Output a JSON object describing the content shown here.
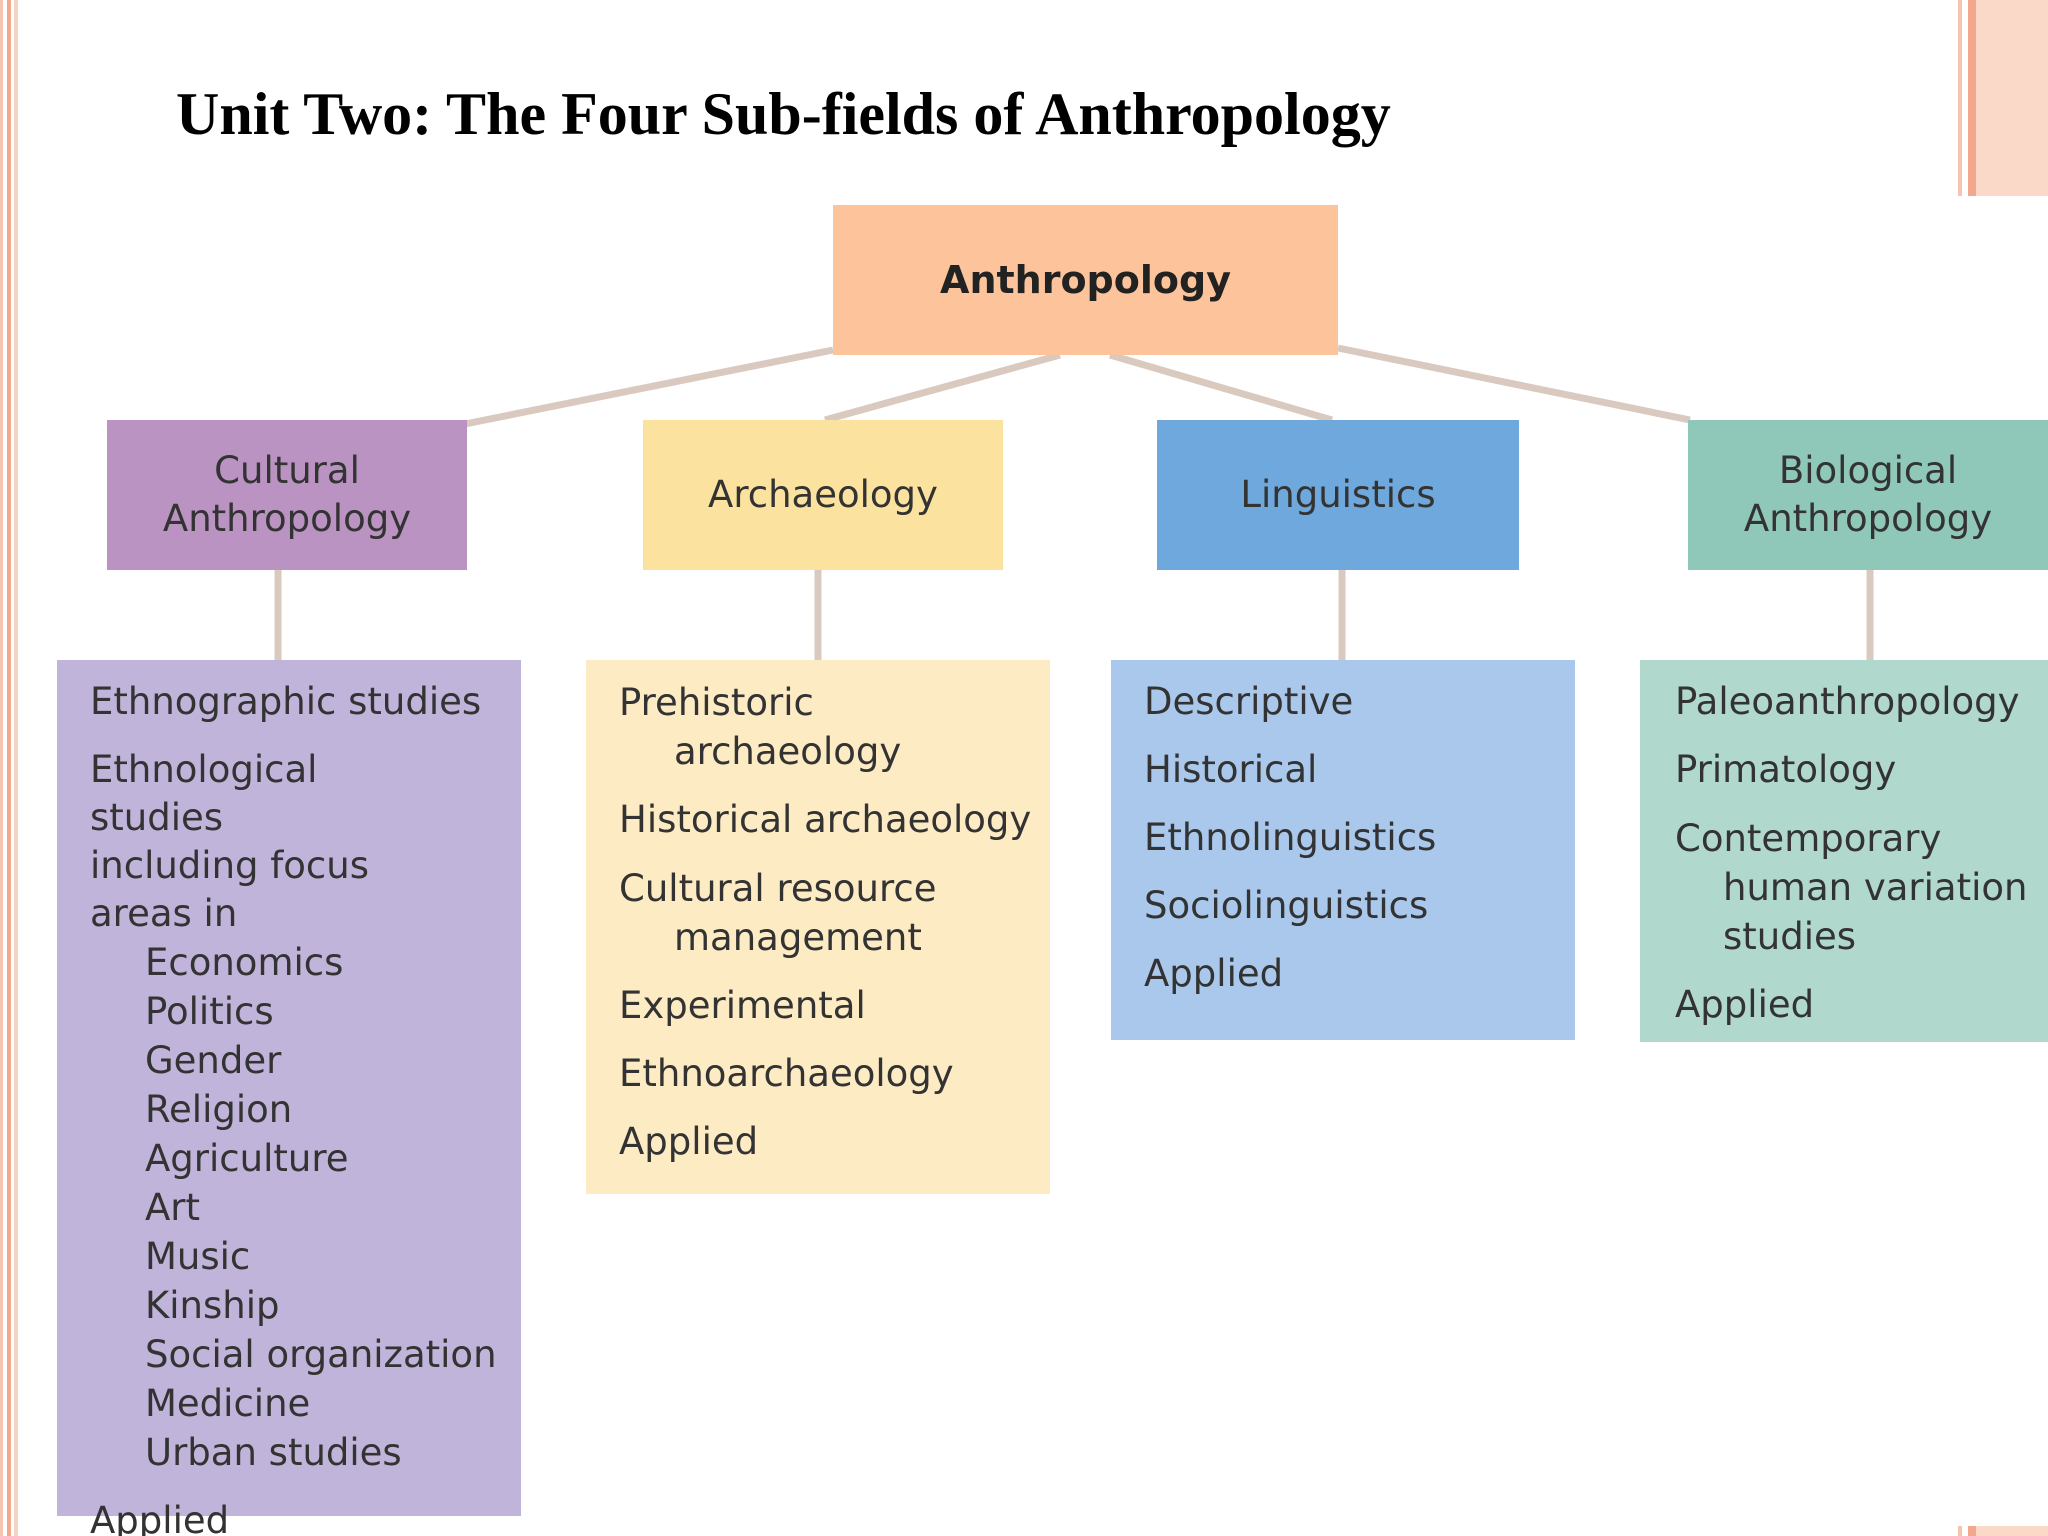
{
  "title": "Unit Two: The Four Sub-fields of Anthropology",
  "root": {
    "label": "Anthropology"
  },
  "subfields": [
    {
      "label": "Cultural Anthropology",
      "items": [
        "Ethnographic studies",
        "Ethnological studies including focus areas in",
        "Applied"
      ],
      "focus_areas": [
        "Economics",
        "Politics",
        "Gender",
        "Religion",
        "Agriculture",
        "Art",
        "Music",
        "Kinship",
        "Social organization",
        "Medicine",
        "Urban studies"
      ]
    },
    {
      "label": "Archaeology",
      "items": [
        "Prehistoric archaeology",
        "Historical archaeology",
        "Cultural resource management",
        "Experimental",
        "Ethnoarchaeology",
        "Applied"
      ]
    },
    {
      "label": "Linguistics",
      "items": [
        "Descriptive",
        "Historical",
        "Ethnolinguistics",
        "Sociolinguistics",
        "Applied"
      ]
    },
    {
      "label": "Biological Anthropology",
      "items": [
        "Paleoanthropology",
        "Primatology",
        "Contemporary human variation studies",
        "Applied"
      ]
    }
  ],
  "colors": {
    "root": "#fdc39a",
    "cultural": "#ba93c2",
    "archaeology": "#fbe29f",
    "linguistics": "#6fa8dc",
    "biological": "#8fc8b9",
    "connector": "#d9c9bf"
  }
}
